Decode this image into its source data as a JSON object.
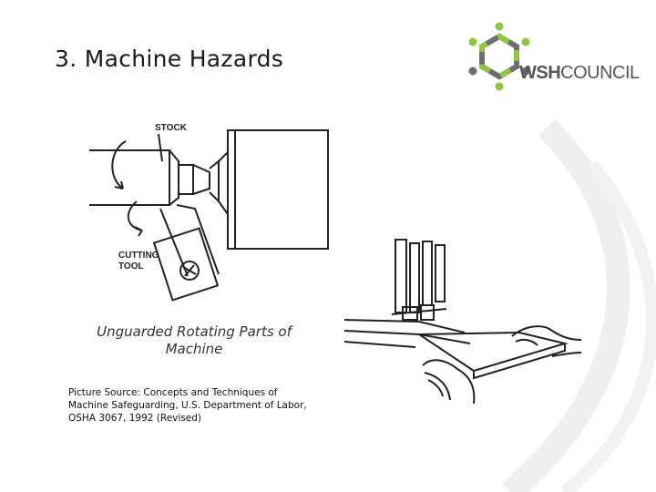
{
  "slide": {
    "title": "3. Machine Hazards",
    "caption": "Unguarded Rotating Parts of Machine",
    "source": "Picture Source: Concepts and Techniques of Machine Safeguarding, U.S. Department of Labor, OSHA 3067, 1992 (Revised)"
  },
  "logo": {
    "prefix": "WSH",
    "suffix": "COUNCIL",
    "colors": {
      "green": "#8dc63f",
      "grey": "#6d6e71"
    }
  },
  "figure_lathe": {
    "label_stock": "STOCK",
    "label_tool_line1": "CUTTING",
    "label_tool_line2": "TOOL"
  },
  "icons": {
    "logo_mark": "hexagon-people-icon",
    "lathe": "lathe-drawing",
    "press": "machine-press-drawing"
  },
  "colors": {
    "background": "#ffffff",
    "swoosh": "#eeeeee"
  }
}
